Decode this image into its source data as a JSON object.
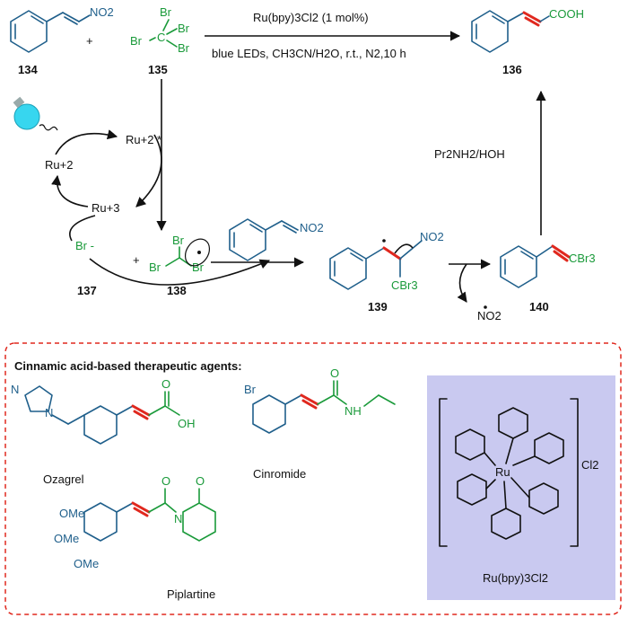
{
  "scheme": {
    "reagent_top": "Ru(bpy)3Cl2 (1 mol%)",
    "conditions": "blue LEDs, CH3CN/H2O, r.t., N2,10 h",
    "c134": "134",
    "c135": "135",
    "c136": "136",
    "c137": "137",
    "c138": "138",
    "c139": "139",
    "c140": "140",
    "plus": "+",
    "no2": "NO2",
    "br": "Br",
    "cooh": "COOH",
    "cbr3": "CBr3",
    "c": "C",
    "ru2star": "Ru+2 *",
    "ru2": "Ru+2",
    "ru3": "Ru+3",
    "br_minus": "Br -",
    "hydrolysis": "Pr2NH2/HOH",
    "no2_radical": "NO2"
  },
  "therapeutics": {
    "heading": "Cinnamic acid-based therapeutic agents:",
    "ozagrel": "Ozagrel",
    "cinromide": "Cinromide",
    "piplartine": "Piplartine",
    "o": "O",
    "oh": "OH",
    "n": "N",
    "nh": "NH",
    "ome": "OMe",
    "catalyst_label": "Ru(bpy)3Cl2",
    "cl2": "Cl2",
    "ru": "Ru"
  },
  "colors": {
    "blue": "#1f5f8b",
    "green": "#1a9a3a",
    "red": "#e0281e",
    "dashed_border": "#e0281e",
    "catalyst_bg": "#c9c9f0"
  }
}
